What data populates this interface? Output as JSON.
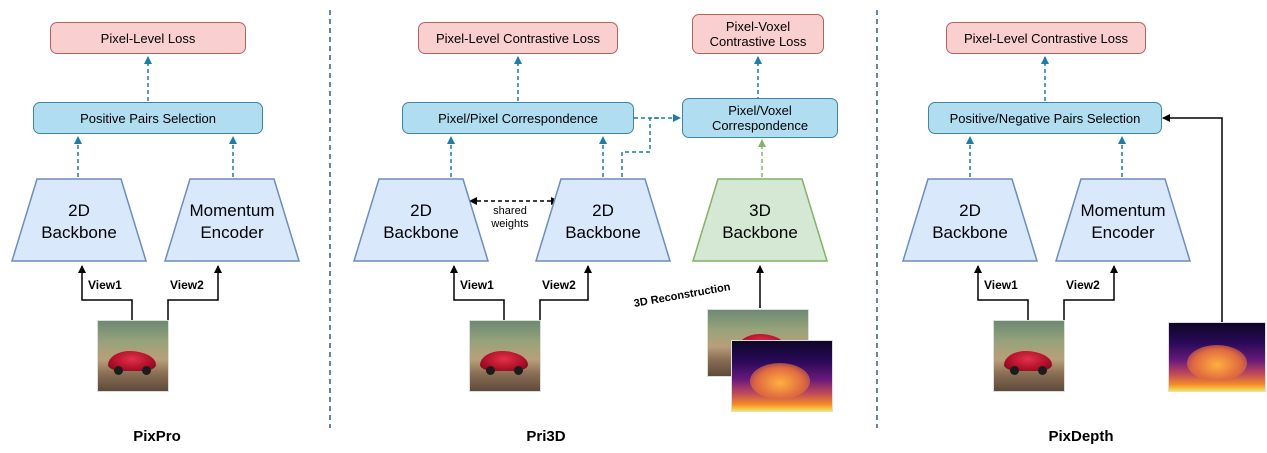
{
  "panels": {
    "pixpro": {
      "title": "PixPro",
      "loss": "Pixel-Level Loss",
      "selection": "Positive Pairs Selection",
      "backbone_left": [
        "2D",
        "Backbone"
      ],
      "backbone_right": [
        "Momentum",
        "Encoder"
      ],
      "view1": "View1",
      "view2": "View2"
    },
    "pri3d": {
      "title": "Pri3D",
      "loss_left": "Pixel-Level Contrastive Loss",
      "loss_right": [
        "Pixel-Voxel",
        "Contrastive Loss"
      ],
      "correspondence_left": "Pixel/Pixel Correspondence",
      "correspondence_right": [
        "Pixel/Voxel",
        "Correspondence"
      ],
      "backbone_a": [
        "2D",
        "Backbone"
      ],
      "backbone_b": [
        "2D",
        "Backbone"
      ],
      "backbone_3d": [
        "3D",
        "Backbone"
      ],
      "shared_weights": [
        "shared",
        "weights"
      ],
      "view1": "View1",
      "view2": "View2",
      "reconstruction": "3D Reconstruction"
    },
    "pixdepth": {
      "title": "PixDepth",
      "loss": "Pixel-Level Contrastive Loss",
      "selection": "Positive/Negative Pairs Selection",
      "backbone_left": [
        "2D",
        "Backbone"
      ],
      "backbone_right": [
        "Momentum",
        "Encoder"
      ],
      "view1": "View1",
      "view2": "View2"
    }
  },
  "colors": {
    "loss_fill": "#f9d0cf",
    "loss_stroke": "#b8625f",
    "select_fill": "#b1ddf0",
    "select_stroke": "#3f84a8",
    "backbone_fill": "#dae8fc",
    "backbone_stroke": "#6c8ebf",
    "backbone3d_fill": "#d5e8d4",
    "backbone3d_stroke": "#82b366",
    "dashed_arrow": "#1f7da3",
    "green_arrow": "#82b366",
    "divider": "#2d5b8a"
  },
  "icons": [
    "car-photo",
    "depth-map"
  ]
}
